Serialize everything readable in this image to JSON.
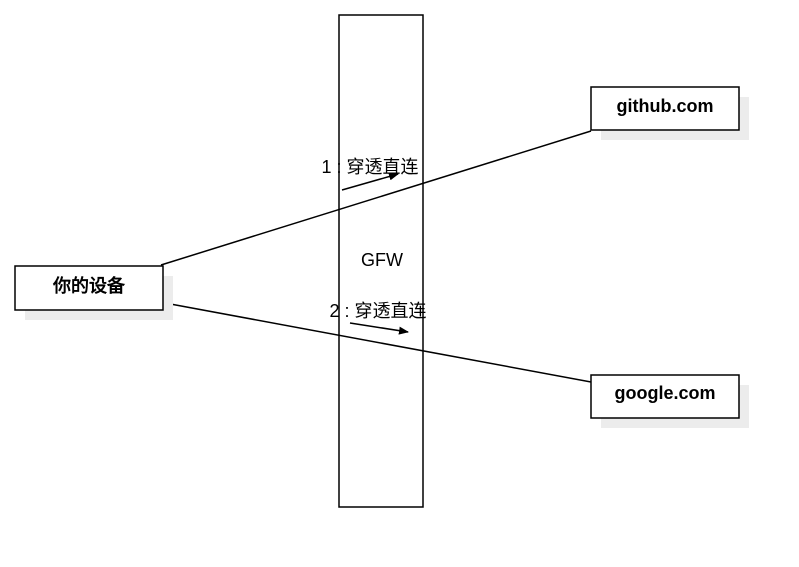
{
  "nodes": {
    "device": "你的设备",
    "github": "github.com",
    "google": "google.com"
  },
  "firewall": {
    "label": "GFW"
  },
  "connections": {
    "conn1_label": "1 : 穿透直连",
    "conn2_label": "2 : 穿透直连"
  }
}
